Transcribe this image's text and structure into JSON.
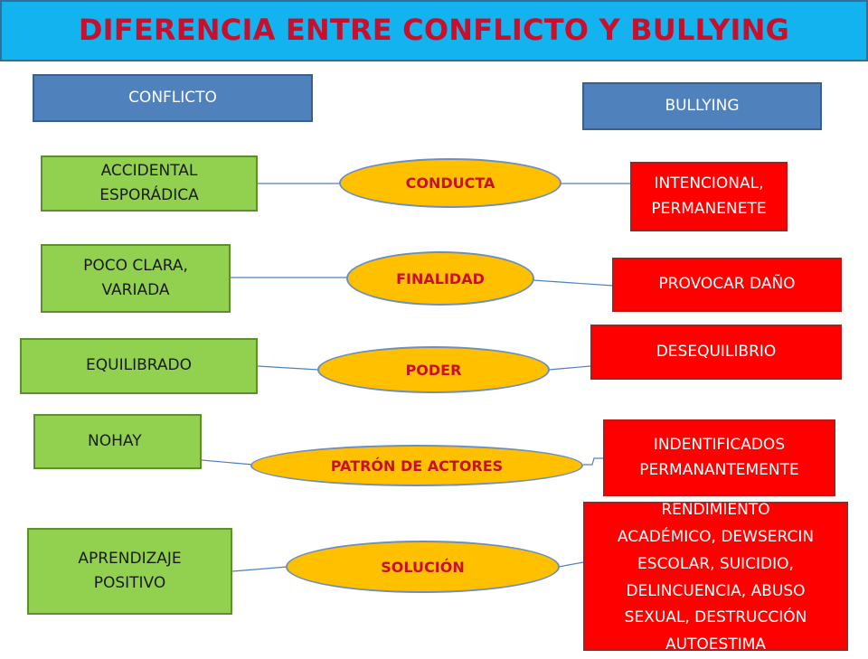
{
  "title": "DIFERENCIA ENTRE CONFLICTO Y BULLYING",
  "headers": {
    "left": "CONFLICTO",
    "right": "BULLYING"
  },
  "rows": [
    {
      "left": "ACCIDENTAL\nESPORÁDICA",
      "center": "CONDUCTA",
      "right": "INTENCIONAL,\nPERMANENETE"
    },
    {
      "left": "POCO CLARA,\nVARIADA",
      "center": "FINALIDAD",
      "right": "PROVOCAR DAÑO"
    },
    {
      "left": "EQUILIBRADO",
      "center": "PODER",
      "right": "DESEQUILIBRIO"
    },
    {
      "left": "NOHAY",
      "center": "PATRÓN DE ACTORES",
      "right": "INDENTIFICADOS\nPERMANANTEMENTE"
    },
    {
      "left": "APRENDIZAJE\nPOSITIVO",
      "center": "SOLUCIÓN",
      "right": "RENDIMIENTO\nACADÉMICO, DEWSERCIN\nESCOLAR, SUICIDIO,\nDELINCUENCIA, ABUSO\nSEXUAL, DESTRUCCIÓN\nAUTOESTIMA"
    }
  ],
  "colors": {
    "title_bg": "#12b3ee",
    "title_text": "#c8102e",
    "header_bg": "#4f81bd",
    "left_bg": "#92d050",
    "center_bg": "#ffc000",
    "center_text": "#c8102e",
    "right_bg": "#ff0000"
  }
}
